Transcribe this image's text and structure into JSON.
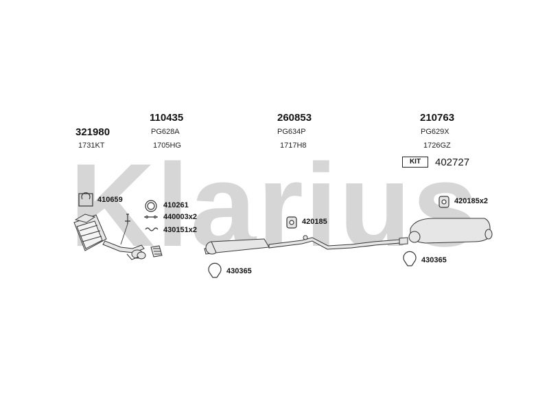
{
  "watermark": {
    "text": "Klarius",
    "color": "#d6d6d6"
  },
  "kit": {
    "badge": "KIT",
    "number": "402727"
  },
  "main_parts": [
    {
      "number": "321980",
      "code": "",
      "ref": "1731KT"
    },
    {
      "number": "110435",
      "code": "PG628A",
      "ref": "1705HG"
    },
    {
      "number": "260853",
      "code": "PG634P",
      "ref": "1717H8"
    },
    {
      "number": "210763",
      "code": "PG629X",
      "ref": "1726GZ"
    }
  ],
  "fittings": [
    {
      "label": "410659",
      "icon": "clamp-icon"
    },
    {
      "label": "410261",
      "icon": "gasket-ring-icon"
    },
    {
      "label": "440003x2",
      "icon": "bolt-icon"
    },
    {
      "label": "430151x2",
      "icon": "spring-icon"
    },
    {
      "label": "420185",
      "icon": "rubber-mount-icon"
    },
    {
      "label": "420185x2",
      "icon": "rubber-mount-icon"
    },
    {
      "label": "430365",
      "icon": "clamp-icon"
    },
    {
      "label": "430365",
      "icon": "clamp-icon"
    }
  ]
}
